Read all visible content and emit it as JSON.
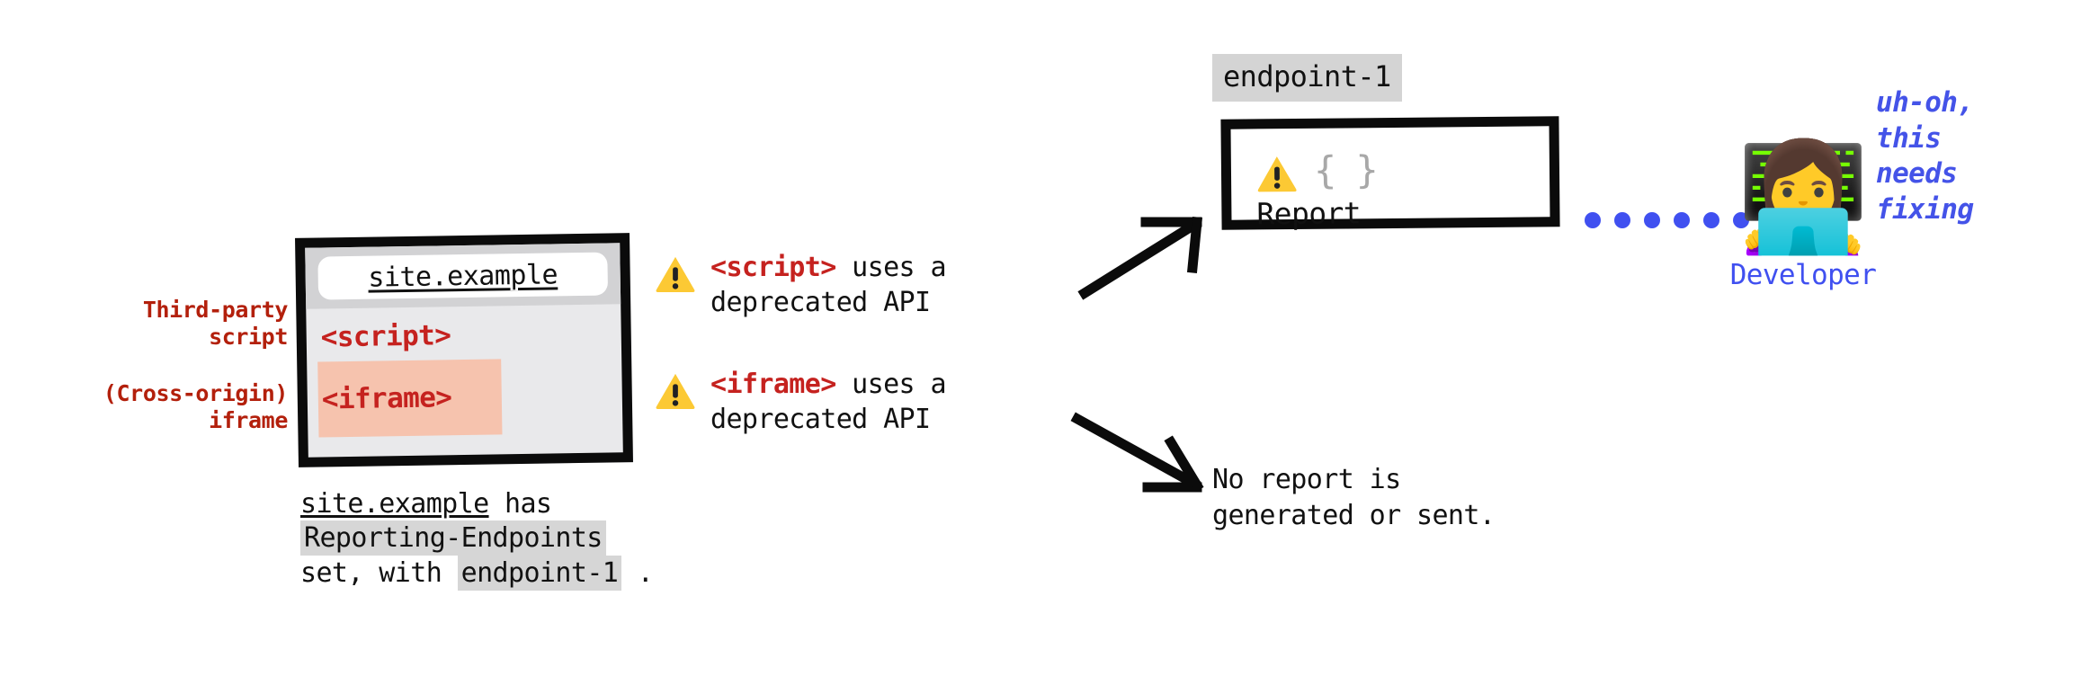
{
  "colors": {
    "tag_red": "#C5221F",
    "label_red": "#B3200C",
    "blue": "#4050F0",
    "speech_blue": "#4453E8",
    "warn_yellow": "#FCC934",
    "chip_gray": "#D4D4D4",
    "iframe_highlight": "#F6C3AE",
    "browser_body": "#E9E9EB",
    "browser_chrome": "#D2D2D4",
    "ink": "#0b0b0b"
  },
  "side_labels": [
    {
      "id": "third-party-script",
      "text": "Third-party\nscript"
    },
    {
      "id": "cross-origin-iframe",
      "text": "(Cross-origin)\niframe"
    }
  ],
  "browser": {
    "url": "site.example",
    "script_tag": "<script>",
    "iframe_tag": "<iframe>"
  },
  "caption": {
    "site": "site.example",
    "has": " has",
    "header_chip": "Reporting-Endpoints",
    "set_with": "set, with ",
    "endpoint_chip": "endpoint-1",
    "period": " ."
  },
  "warnings": [
    {
      "id": "script-warning",
      "icon": "warning-triangle-icon",
      "tag": "<script>",
      "rest": " uses a",
      "line2": "deprecated API"
    },
    {
      "id": "iframe-warning",
      "icon": "warning-triangle-icon",
      "tag": "<iframe>",
      "rest": " uses a",
      "line2": "deprecated API"
    }
  ],
  "report": {
    "endpoint_label": "endpoint-1",
    "braces": "{ }",
    "title": "Report"
  },
  "no_report": {
    "text": "No report is\ngenerated or sent."
  },
  "connector": {
    "dot_count": 6,
    "color": "#4050F0"
  },
  "developer": {
    "emoji": "👩‍💻",
    "caption": "Developer",
    "speech": "uh-oh,\nthis\nneeds\nfixing"
  },
  "arrows": [
    {
      "id": "arrow-to-report",
      "direction": "up-right"
    },
    {
      "id": "arrow-to-no-report",
      "direction": "down-right"
    }
  ]
}
